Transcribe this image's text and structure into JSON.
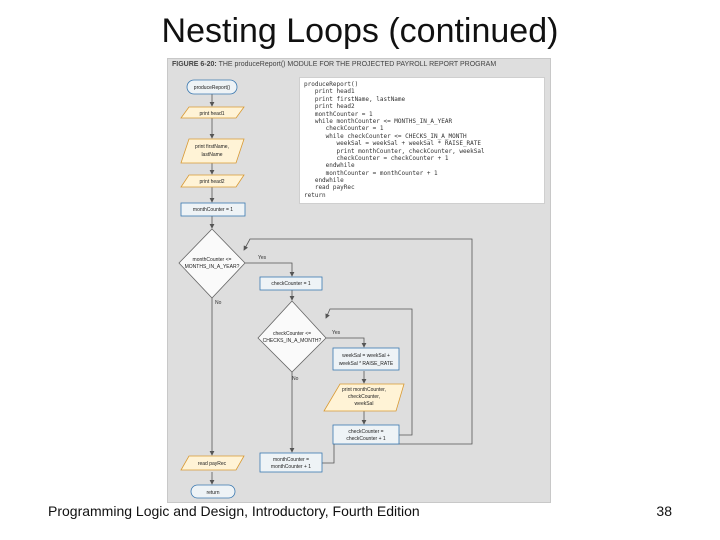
{
  "slide": {
    "title": "Nesting Loops (continued)",
    "footer": "Programming Logic and Design, Introductory, Fourth Edition",
    "page_number": "38"
  },
  "figure": {
    "label": "FIGURE 6-20:",
    "caption": "THE produceReport() MODULE FOR THE PROJECTED PAYROLL REPORT PROGRAM"
  },
  "code_lines": [
    "produceReport()",
    "   print head1",
    "   print firstName, lastName",
    "   print head2",
    "   monthCounter = 1",
    "   while monthCounter <= MONTHS_IN_A_YEAR",
    "      checkCounter = 1",
    "      while checkCounter <= CHECKS_IN_A_MONTH",
    "         weekSal = weekSal + weekSal * RAISE_RATE",
    "         print monthCounter, checkCounter, weekSal",
    "         checkCounter = checkCounter + 1",
    "      endwhile",
    "      monthCounter = monthCounter + 1",
    "   endwhile",
    "   read payRec",
    "return"
  ],
  "flowchart": {
    "start": "produceReport()",
    "print_head1": "print head1",
    "print_name_1": "print firstName,",
    "print_name_2": "lastName",
    "print_head2": "print head2",
    "init_month": "monthCounter = 1",
    "month_test_1": "monthCounter <=",
    "month_test_2": "MONTHS_IN_A_YEAR?",
    "init_check": "checkCounter = 1",
    "check_test_1": "checkCounter <=",
    "check_test_2": "CHECKS_IN_A_MONTH?",
    "calc_1": "weekSal = weekSal +",
    "calc_2": "weekSal * RAISE_RATE",
    "print_out_1": "print monthCounter,",
    "print_out_2": "checkCounter,",
    "print_out_3": "weekSal",
    "inc_check_1": "checkCounter =",
    "inc_check_2": "checkCounter + 1",
    "inc_month_1": "monthCounter =",
    "inc_month_2": "monthCounter + 1",
    "read_rec": "read payRec",
    "end": "return",
    "label_yes": "Yes",
    "label_no": "No"
  },
  "colors": {
    "process_fill": "#eef3f6",
    "process_border": "#3a78b0",
    "io_fill": "#fff3d6",
    "io_border": "#d99a33",
    "line": "#555555"
  }
}
